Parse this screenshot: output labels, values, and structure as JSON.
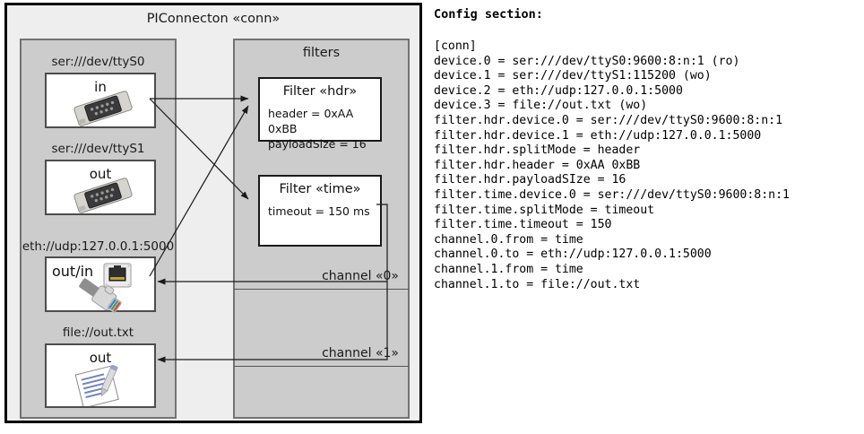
{
  "diagram": {
    "title": "PIConnecton «conn»",
    "devices_group": {
      "devices": [
        {
          "label": "ser:///dev/ttyS0",
          "port": "in",
          "icon": "serial-port-icon"
        },
        {
          "label": "ser:///dev/ttyS1",
          "port": "out",
          "icon": "serial-port-icon"
        },
        {
          "label": "eth://udp:127.0.0.1:5000",
          "port": "out/in",
          "icon": "ethernet-port-icon"
        },
        {
          "label": "file://out.txt",
          "port": "out",
          "icon": "text-file-icon"
        }
      ]
    },
    "filters_group": {
      "title": "filters",
      "filters": [
        {
          "title": "Filter «hdr»",
          "props": [
            "header = 0xAA 0xBB",
            "payloadSize = 16"
          ]
        },
        {
          "title": "Filter «time»",
          "props": [
            "timeout = 150 ms"
          ]
        }
      ],
      "channels": [
        {
          "label": "channel «0»"
        },
        {
          "label": "channel «1»"
        }
      ]
    },
    "colors": {
      "frame_border": "#000000",
      "frame_fill": "#eeeeee",
      "group_fill": "#cccccc",
      "group_border": "#737373",
      "box_fill": "#ffffff",
      "box_border": "#4d4d4d",
      "filter_border": "#1a1a1a",
      "wire": "#1a1a1a"
    }
  },
  "config": {
    "heading": "Config section:",
    "lines": [
      "[conn]",
      "device.0 = ser:///dev/ttyS0:9600:8:n:1 (ro)",
      "device.1 = ser:///dev/ttyS1:115200 (wo)",
      "device.2 = eth://udp:127.0.0.1:5000",
      "device.3 = file://out.txt (wo)",
      "filter.hdr.device.0 = ser:///dev/ttyS0:9600:8:n:1",
      "filter.hdr.device.1 = eth://udp:127.0.0.1:5000",
      "filter.hdr.splitMode = header",
      "filter.hdr.header = 0xAA 0xBB",
      "filter.hdr.payloadSIze = 16",
      "filter.time.device.0 = ser:///dev/ttyS0:9600:8:n:1",
      "filter.time.splitMode = timeout",
      "filter.time.timeout = 150",
      "channel.0.from = time",
      "channel.0.to = eth://udp:127.0.0.1:5000",
      "channel.1.from = time",
      "channel.1.to = file://out.txt"
    ]
  }
}
